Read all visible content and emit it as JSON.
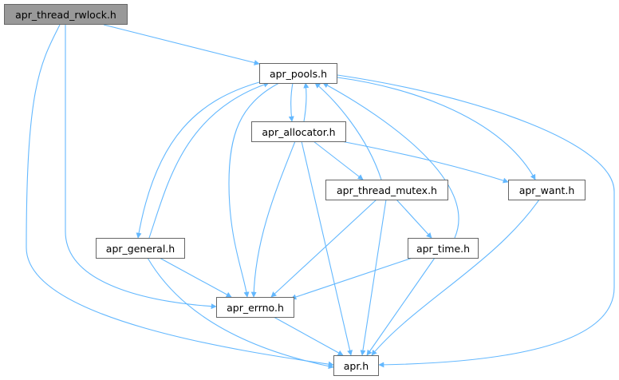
{
  "nodes": {
    "root": "apr_thread_rwlock.h",
    "pools": "apr_pools.h",
    "allocator": "apr_allocator.h",
    "thread_mutex": "apr_thread_mutex.h",
    "want": "apr_want.h",
    "general": "apr_general.h",
    "time": "apr_time.h",
    "errno": "apr_errno.h",
    "apr": "apr.h"
  },
  "colors": {
    "edge": "#63b8ff",
    "root_fill": "#999999",
    "node_border": "#666666"
  }
}
